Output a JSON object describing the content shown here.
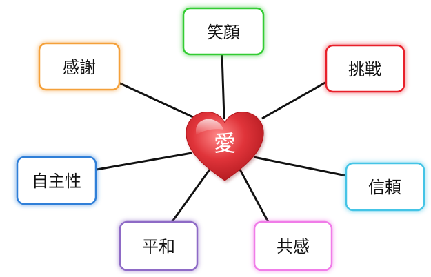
{
  "center": {
    "label": "愛",
    "color": "#d6262c"
  },
  "nodes": [
    {
      "id": "egao",
      "label": "笑顔",
      "color": "#33cc33"
    },
    {
      "id": "chosen",
      "label": "挑戦",
      "color": "#e8202a"
    },
    {
      "id": "kansha",
      "label": "感謝",
      "color": "#f4a03a"
    },
    {
      "id": "jishu",
      "label": "自主性",
      "color": "#2f7fd8"
    },
    {
      "id": "shinrai",
      "label": "信頼",
      "color": "#44c4e6"
    },
    {
      "id": "heiwa",
      "label": "平和",
      "color": "#8e6ac6"
    },
    {
      "id": "kyokan",
      "label": "共感",
      "color": "#f07ce8"
    }
  ]
}
